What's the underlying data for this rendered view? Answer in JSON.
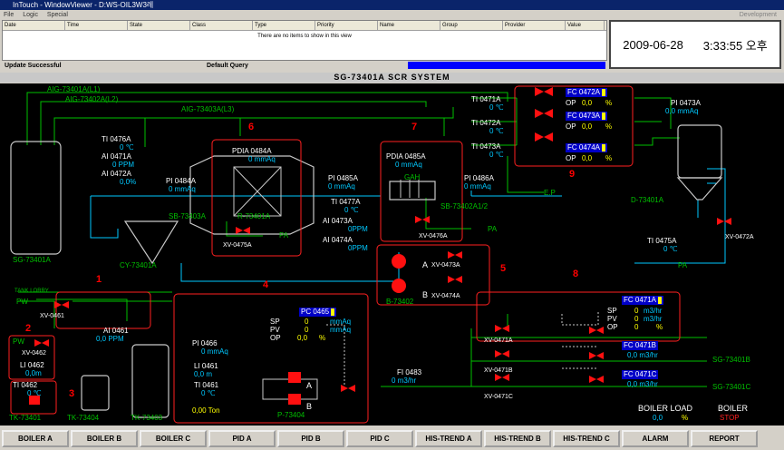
{
  "titlebar": {
    "title": "InTouch - WindowViewer - D:WS-OIL3W3레"
  },
  "menu": {
    "file": "File",
    "logic": "Logic",
    "special": "Special",
    "development": "Development"
  },
  "alarm_grid": {
    "columns": [
      "Date",
      "Time",
      "State",
      "Class",
      "Type",
      "Priority",
      "Name",
      "Group",
      "Provider",
      "Value"
    ],
    "empty_message": "There are no items to show in this view"
  },
  "clock": {
    "date": "2009-06-28",
    "time": "3:33:55 오후"
  },
  "status": {
    "left": "Update Successful",
    "query": "Default Query"
  },
  "system_title": "SG-73401A SCR SYSTEM",
  "labels": {
    "aig1": "AIG-73401A(L1)",
    "aig2": "AIG-73402A(L2)",
    "aig3": "AIG-73403A(L3)",
    "sg73401a": "SG-73401A",
    "cy73401a": "CY-73401A",
    "sb73403a": "SB-73403A",
    "r73401a": "R-73401A",
    "gah": "GAH",
    "sb73402": "SB-73402A1/2",
    "ep": "E.P",
    "pa1": "PA",
    "pa2": "PA",
    "pa3": "PA",
    "d73401a": "D-73401A",
    "b73402": "B-73402",
    "tank_lorry": "TANK LORRY",
    "pw1": "PW",
    "pw2": "PW",
    "tk73401": "TK-73401",
    "tk73404": "TK-73404",
    "tk73403": "TK-73403",
    "p73404": "P-73404",
    "sg73401b": "SG-73401B",
    "sg73401c": "SG-73401C"
  },
  "tags": {
    "ti0476a": {
      "name": "TI 0476A",
      "value": "0 ℃"
    },
    "ai0471a": {
      "name": "AI 0471A",
      "value": "0 PPM"
    },
    "ai0472a": {
      "name": "AI 0472A",
      "value": "0,0%"
    },
    "pi0484a": {
      "name": "PI 0484A",
      "value": "0 mmAq"
    },
    "pdia0484a": {
      "name": "PDIA 0484A",
      "value": "0 mmAq"
    },
    "pi0485a": {
      "name": "PI 0485A",
      "value": "0 mmAq"
    },
    "ti0477a": {
      "name": "TI 0477A",
      "value": "0 ℃"
    },
    "ai0473a": {
      "name": "AI 0473A",
      "value": "0PPM"
    },
    "ai0474a": {
      "name": "AI 0474A",
      "value": "0PPM"
    },
    "pdia0485a": {
      "name": "PDIA 0485A",
      "value": "0 mmAq"
    },
    "pi0486a": {
      "name": "PI 0486A",
      "value": "0 mmAq"
    },
    "ti0471a": {
      "name": "TI 0471A",
      "value": "0 ℃"
    },
    "ti0472a": {
      "name": "TI 0472A",
      "value": "0 ℃"
    },
    "ti0473a": {
      "name": "TI 0473A",
      "value": "0 ℃"
    },
    "pi0473a": {
      "name": "PI 0473A",
      "value": "0,0 mmAq"
    },
    "ti0475a": {
      "name": "TI 0475A",
      "value": "0 ℃"
    },
    "ai0461": {
      "name": "AI 0461",
      "value": "0,0 PPM"
    },
    "li0462": {
      "name": "LI 0462",
      "value": "0,0m"
    },
    "ti0462": {
      "name": "TI 0462",
      "value": "0 ℃"
    },
    "pi0466": {
      "name": "PI 0466",
      "value": "0 mmAq"
    },
    "li0461": {
      "name": "LI 0461",
      "value": "0,0 m"
    },
    "ti0461": {
      "name": "TI 0461",
      "value": "0 ℃"
    },
    "fi0483": {
      "name": "FI 0483",
      "value": "0 m3/hr"
    },
    "ton": {
      "value": "0,00 Ton"
    }
  },
  "valves": {
    "xv0461": "XV-0461",
    "xv0462": "XV-0462",
    "xv0475a": "XV-0475A",
    "xv0476a": "XV-0476A",
    "xv0473a": "XV-0473A",
    "xv0474a": "XV-0474A",
    "xv0472a": "XV-0472A",
    "xv0471a": "XV-0471A",
    "xv0471b": "XV-0471B",
    "xv0471c": "XV-0471C"
  },
  "fc9": [
    {
      "tag": "FC 0472A",
      "op": "OP",
      "val": "0,0",
      "unit": "%"
    },
    {
      "tag": "FC 0473A",
      "op": "OP",
      "val": "0,0",
      "unit": "%"
    },
    {
      "tag": "FC 0474A",
      "op": "OP",
      "val": "0,0",
      "unit": "%"
    }
  ],
  "pc0465": {
    "tag": "PC 0465",
    "sp": "SP",
    "pv": "PV",
    "op": "OP",
    "sp_val": "0",
    "pv_val": "0",
    "op_val": "0,0",
    "sp_unit": "mmAq",
    "pv_unit": "mmAq",
    "op_unit": "%"
  },
  "fc0471a": {
    "tag": "FC 0471A",
    "sp": "SP",
    "pv": "PV",
    "op": "OP",
    "sp_val": "0",
    "pv_val": "0",
    "op_val": "0",
    "sp_unit": "m3/hr",
    "pv_unit": "m3/hr",
    "op_unit": "%"
  },
  "fc0471b": {
    "tag": "FC 0471B",
    "value": "0,0 m3/hr"
  },
  "fc0471c": {
    "tag": "FC 0471C",
    "value": "0,0 m3/hr"
  },
  "pump_labels": {
    "a1": "A",
    "b1": "B",
    "a2": "A",
    "b2": "B"
  },
  "boiler_load": {
    "label": "BOILER LOAD",
    "value": "0,0",
    "unit": "%"
  },
  "boiler_status": {
    "label": "BOILER",
    "state": "STOP"
  },
  "section_numbers": [
    "1",
    "2",
    "3",
    "4",
    "5",
    "6",
    "7",
    "8",
    "9"
  ],
  "buttons": [
    "BOILER A",
    "BOILER B",
    "BOILER C",
    "PID A",
    "PID B",
    "PID C",
    "HIS-TREND A",
    "HIS-TREND B",
    "HIS-TREND C",
    "ALARM",
    "REPORT"
  ]
}
